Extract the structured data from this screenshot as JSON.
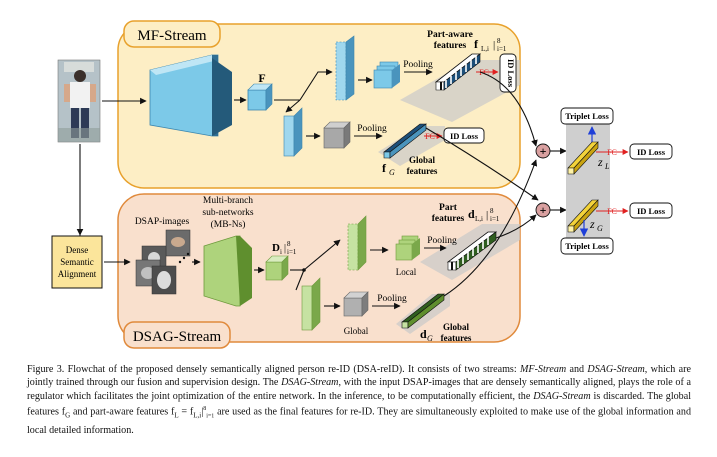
{
  "mf_stream": {
    "title": "MF-Stream",
    "feature_F": "F",
    "pooling_top": "Pooling",
    "pooling_mid": "Pooling",
    "part_aware_line1": "Part-aware",
    "part_aware_line2": "features",
    "f_part_symbol": "f",
    "f_part_sub": "L,i",
    "f_part_range": "|",
    "f_part_sup": "8",
    "f_part_from": "i=1",
    "fc_top": "FC",
    "id_loss_top": "ID Loss",
    "fc_mid": "FC",
    "id_loss_mid": "ID Loss",
    "fg_symbol": "f",
    "fg_sub": "G",
    "global_line1": "Global",
    "global_line2": "features"
  },
  "dsag_stream": {
    "title": "DSAG-Stream",
    "dsap_images": "DSAP-images",
    "mb_line1": "Multi-branch",
    "mb_line2": "sub-networks",
    "mb_line3": "(MB-Ns)",
    "d_symbol": "D",
    "d_sub": "i",
    "d_sup": "8",
    "d_from": "i=1",
    "pooling_top": "Pooling",
    "pooling_bottom": "Pooling",
    "local_label": "Local",
    "global_label": "Global",
    "part_line1": "Part",
    "part_line2": "features",
    "d_part_symbol": "d",
    "d_part_sub": "L,i",
    "d_part_sup": "8",
    "d_part_from": "i=1",
    "dg_symbol": "d",
    "dg_sub": "G",
    "global_line1": "Global",
    "global_line2": "features"
  },
  "alignment": {
    "line1": "Dense",
    "line2": "Semantic",
    "line3": "Alignment"
  },
  "fusion": {
    "plus_top": "+",
    "plus_bottom": "+",
    "triplet_top": "Triplet Loss",
    "triplet_bottom": "Triplet Loss",
    "zl_symbol": "z",
    "zl_sub": "L",
    "zg_symbol": "z",
    "zg_sub": "G",
    "fc_top": "FC",
    "fc_bottom": "FC",
    "id_loss_top": "ID Loss",
    "id_loss_bottom": "ID Loss"
  },
  "caption": {
    "p1": "Figure 3. Flowchat of the proposed densely semantically aligned person re-ID (DSA-reID). It consists of two streams: ",
    "mf": "MF-Stream",
    "p2": " and ",
    "dsag1": "DSAG-Stream",
    "p3": ", which are jointly trained through our fusion and supervision design. The ",
    "dsag2": "DSAG-Stream",
    "p4": ", with the input DSAP-images that are densely semantically aligned, plays the role of a regulator which facilitates the joint optimization of the entire network. In the inference, to be computationally efficient, the ",
    "dsag3": "DSAG-Stream",
    "p5": " is discarded. The global features f",
    "p5_sub": "G",
    "p6": " and part-aware features f",
    "p6_sub": "L",
    "p7": " = f",
    "p7_sub": "L,i",
    "p7_range": "|",
    "p7_sup": "8",
    "p7_from": "i=1",
    "p8": " are used as the final features for re-ID. They are simultaneously exploited to make use of the global information and local detailed information."
  },
  "colors": {
    "mf_fill": "#fdeec5",
    "mf_border": "#e8a12c",
    "dsag_fill": "#f9e0cd",
    "dsag_border": "#e08a3c",
    "blue_cube": "#7cc9e8",
    "green_cube": "#aed37c",
    "yellow": "#f3d33a",
    "fc_red": "#e02020",
    "plus": "#d9a0a0"
  }
}
